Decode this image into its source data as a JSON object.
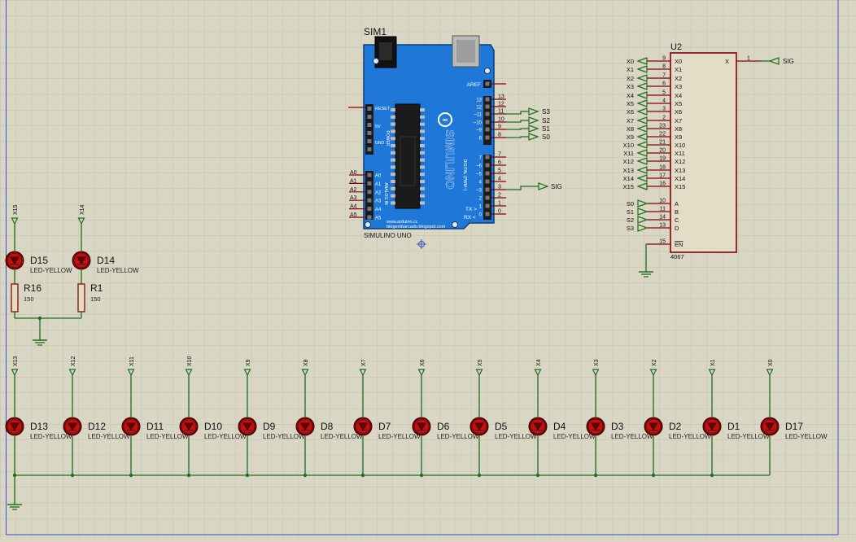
{
  "arduino": {
    "ref": "SIM1",
    "name": "SIMULINO UNO",
    "brand": "SIMULINO",
    "url1": "www.arduino.cc",
    "url2": "blogembarcado.blogspot.com",
    "aref": "AREF",
    "reset": "RESET",
    "v5": "5V",
    "gnd": "GND",
    "power": "POWER",
    "analog_in": "ANALOG IN",
    "digital": "DIGITAL (PWM~)",
    "tx": "TX >",
    "rx": "RX <",
    "analog_pins": [
      "A0",
      "A1",
      "A2",
      "A3",
      "A4",
      "A5"
    ],
    "digital_labels": [
      "13",
      "12",
      "~11",
      "~10",
      "~9",
      "8",
      "7",
      "~6",
      "~5",
      "4",
      "~3",
      "2",
      "1",
      "0"
    ],
    "digital_pin_numbers": [
      "13",
      "12",
      "11",
      "10",
      "9",
      "8",
      "7",
      "6",
      "5",
      "4",
      "3",
      "2",
      "1",
      "0"
    ],
    "select_terminals": [
      "S3",
      "S2",
      "S1",
      "S0"
    ],
    "sig_terminal": "SIG"
  },
  "mux": {
    "ref": "U2",
    "part": "4067",
    "inputs": [
      "X0",
      "X1",
      "X2",
      "X3",
      "X4",
      "X5",
      "X6",
      "X7",
      "X8",
      "X9",
      "X10",
      "X11",
      "X12",
      "X13",
      "X14",
      "X15"
    ],
    "input_pins": [
      "9",
      "8",
      "7",
      "6",
      "5",
      "4",
      "3",
      "2",
      "23",
      "22",
      "21",
      "20",
      "19",
      "18",
      "17",
      "16"
    ],
    "select_labels": [
      "A",
      "B",
      "C",
      "D"
    ],
    "select_pins": [
      "10",
      "11",
      "14",
      "13"
    ],
    "select_terminals": [
      "S0",
      "S1",
      "S2",
      "S3"
    ],
    "enable_label": "EN",
    "enable_pin": "15",
    "out_label": "X",
    "out_pin": "1",
    "out_terminal": "SIG"
  },
  "top_leds": [
    {
      "ref": "D15",
      "type": "LED-YELLOW",
      "net": "X15"
    },
    {
      "ref": "D14",
      "type": "LED-YELLOW",
      "net": "X14"
    }
  ],
  "resistors": [
    {
      "ref": "R16",
      "value": "150"
    },
    {
      "ref": "R1",
      "value": "150"
    }
  ],
  "bottom_leds": [
    {
      "ref": "D13",
      "type": "LED-YELLOW",
      "net": "X13"
    },
    {
      "ref": "D12",
      "type": "LED-YELLOW",
      "net": "X12"
    },
    {
      "ref": "D11",
      "type": "LED-YELLOW",
      "net": "X11"
    },
    {
      "ref": "D10",
      "type": "LED-YELLOW",
      "net": "X10"
    },
    {
      "ref": "D9",
      "type": "LED-YELLOW",
      "net": "X9"
    },
    {
      "ref": "D8",
      "type": "LED-YELLOW",
      "net": "X8"
    },
    {
      "ref": "D7",
      "type": "LED-YELLOW",
      "net": "X7"
    },
    {
      "ref": "D6",
      "type": "LED-YELLOW",
      "net": "X6"
    },
    {
      "ref": "D5",
      "type": "LED-YELLOW",
      "net": "X5"
    },
    {
      "ref": "D4",
      "type": "LED-YELLOW",
      "net": "X4"
    },
    {
      "ref": "D3",
      "type": "LED-YELLOW",
      "net": "X3"
    },
    {
      "ref": "D2",
      "type": "LED-YELLOW",
      "net": "X2"
    },
    {
      "ref": "D1",
      "type": "LED-YELLOW",
      "net": "X1"
    },
    {
      "ref": "D17",
      "type": "LED-YELLOW",
      "net": "X0"
    }
  ],
  "colors": {
    "background": "#d9d6c4",
    "grid": "#c4c1ae",
    "wire": "#1f6e1f",
    "pin": "#8b0000",
    "board": "#1f77d8",
    "chip_fill": "#e3dcc6",
    "chip_border": "#8b1a1a",
    "led": "#c01010"
  }
}
